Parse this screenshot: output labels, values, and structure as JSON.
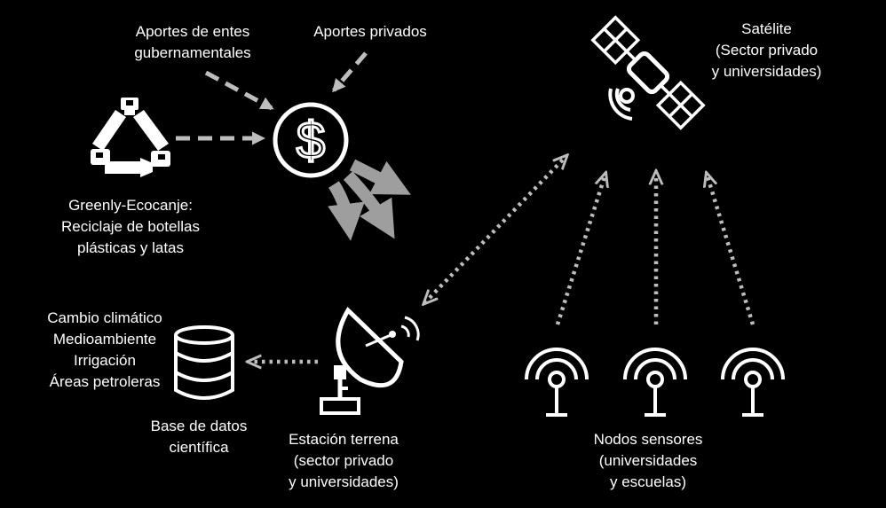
{
  "colors": {
    "background": "#000000",
    "foreground": "#ffffff",
    "arrow": "#bdbdbd"
  },
  "labels": {
    "gov": [
      "Aportes de entes",
      "gubernamentales"
    ],
    "private": [
      "Aportes privados"
    ],
    "satellite": [
      "Satélite",
      "(Sector privado",
      "y universidades)"
    ],
    "recycling": [
      "Greenly-Ecocanje:",
      "Reciclaje de botellas",
      "plásticas y latas"
    ],
    "topics": [
      "Cambio climático",
      "Medioambiente",
      "Irrigación",
      "Áreas petroleras"
    ],
    "database": [
      "Base de datos",
      "científica"
    ],
    "station": [
      "Estación terrena",
      "(sector privado",
      "y universidades)"
    ],
    "sensors": [
      "Nodos sensores",
      "(universidades",
      "y escuelas)"
    ]
  },
  "icons": {
    "recycling": "recycling-icon",
    "money": "dollar-coin-icon",
    "satellite": "satellite-icon",
    "station": "satellite-dish-icon",
    "database": "database-icon",
    "sensor": "sensor-node-icon"
  }
}
